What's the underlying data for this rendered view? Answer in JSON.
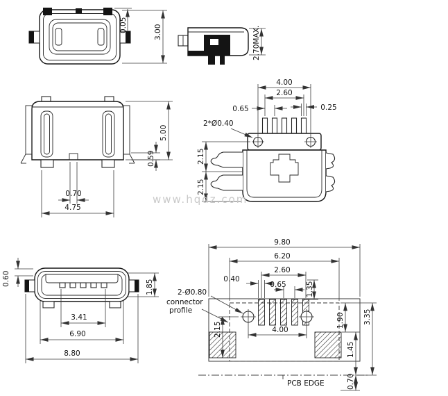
{
  "watermark": "www.hqdz.com",
  "top_view": {
    "d_005": "0.05",
    "d_300": "3.00"
  },
  "side_view": {
    "d_270max": "2.70MAX."
  },
  "front_view": {
    "d_500": "5.00",
    "d_059": "0.59",
    "d_070": "0.70",
    "d_475": "4.75"
  },
  "plan_view": {
    "d_400": "4.00",
    "d_260": "2.60",
    "d_065": "0.65",
    "d_025": "0.25",
    "hole_note": "2*Ø0.40",
    "d_215_top": "2.15",
    "d_215_bot": "2.15"
  },
  "mating_view": {
    "d_060": "0.60",
    "d_185": "1.85",
    "d_341": "3.41",
    "d_690": "6.90",
    "d_880": "8.80"
  },
  "pcb_view": {
    "d_980": "9.80",
    "d_620": "6.20",
    "d_260": "2.60",
    "d_040": "0.40",
    "d_065": "0.65",
    "d_135": "1.35",
    "hole_note": "2-Ø0.80",
    "d_215": "2.15",
    "d_400": "4.00",
    "d_190": "1.90",
    "d_335": "3.35",
    "d_145": "1.45",
    "d_070": "0.70",
    "connector_label": "connector",
    "profile_label": "profile",
    "pcb_edge_label": "PCB EDGE"
  }
}
